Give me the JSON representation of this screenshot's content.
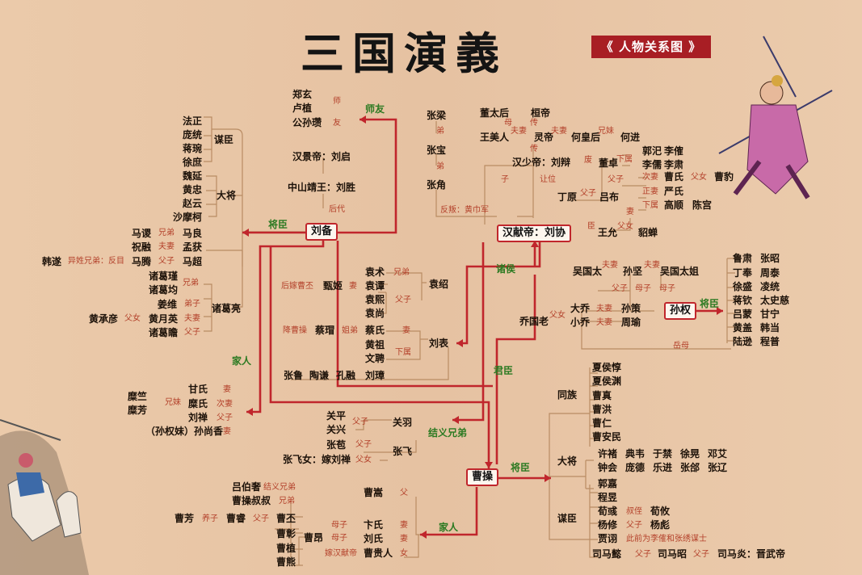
{
  "title": "三国演義",
  "badge": "人物关系图",
  "colors": {
    "accent": "#c0262c",
    "relation": "#b3402a",
    "group": "#2c7a22",
    "line": "#b98c63"
  },
  "boxes": {
    "liubei": "刘备",
    "xiandi": "汉献帝：刘协",
    "caocao": "曹操",
    "sunquan": "孙权"
  },
  "green": {
    "shiyou": "师友",
    "jiangchen_lb": "将臣",
    "jiaren_lb": "家人",
    "jieyi": "结义兄弟",
    "zhuhou": "诸侯",
    "junchen": "君臣",
    "jiangchen_sq": "将臣",
    "jiangchen_cc": "将臣",
    "jiaren_cc": "家人"
  },
  "teachers": {
    "zhengxuan": "郑玄",
    "luzhi": "卢植",
    "gongsunzan": "公孙瓒",
    "shi": "师",
    "you": "友"
  },
  "lineage": {
    "jingdi": "汉景帝：刘启",
    "zhongshan": "中山靖王：刘胜",
    "houdai": "后代"
  },
  "lb_groups": {
    "mouchen": "谋臣",
    "dajiang": "大将"
  },
  "lb_mouchen": {
    "a": "法正",
    "b": "庞统",
    "c": "蒋琬",
    "d": "徐庶"
  },
  "lb_dajiang": {
    "a": "魏延",
    "b": "黄忠",
    "c": "赵云",
    "d": "沙摩柯"
  },
  "lb_ma": {
    "madai": "马谡",
    "maliang": "马良",
    "xiongdi": "兄弟",
    "zhurong": "祝融",
    "fuqi": "夫妻",
    "menghuo": "孟获",
    "hansui": "韩遂",
    "yixing": "异姓兄弟：反目",
    "mateng": "马腾",
    "fuzi": "父子",
    "machao": "马超"
  },
  "zhuge": {
    "jin": "诸葛瑾",
    "jun": "诸葛均",
    "xiongdi": "兄弟",
    "jiangwei": "姜维",
    "dizi": "弟子",
    "liang": "诸葛亮",
    "huangcy": "黄承彦",
    "fun": "父女",
    "huangyy": "黄月英",
    "fuqi": "夫妻",
    "zhan": "诸葛瞻",
    "fuzi": "父子"
  },
  "lb_family": {
    "mizhu": "糜竺",
    "mifang": "糜芳",
    "xiongmei": "兄妹",
    "ganshi": "甘氏",
    "qi1": "妻",
    "mishi": "糜氏",
    "ciqi": "次妻",
    "liushan": "刘禅",
    "fuzi": "父子",
    "sqm": "（孙权妹）孙尚香",
    "qi2": "妻"
  },
  "jieyi": {
    "guanping": "关平",
    "guanxing": "关兴",
    "fuzi1": "父子",
    "guanyu": "关羽",
    "zhangbao": "张苞",
    "fuzi2": "父子",
    "zhangfei": "张飞",
    "zhangfeinv": "张飞女：嫁刘禅",
    "funv": "父女"
  },
  "yuan": {
    "yuanshu": "袁术",
    "xiongdi": "兄弟",
    "yuanshao": "袁绍",
    "hq": "后嫁曹丕",
    "zhenji": "甄姬",
    "qi": "妻",
    "yuantan": "袁谭",
    "yuanxi": "袁熙",
    "fuzi": "父子",
    "yuanshang": "袁尚"
  },
  "liubiao": {
    "jiang": "降曹操",
    "caimao": "蔡瑁",
    "jiedi": "姐弟",
    "caishi": "蔡氏",
    "qi": "妻",
    "liubiao": "刘表",
    "huangzu": "黄祖",
    "wenpin": "文聘",
    "xiashu": "下属"
  },
  "lords": {
    "zhanglu": "张鲁",
    "taoqian": "陶谦",
    "kongrong": "孔融",
    "liuzhang": "刘璋"
  },
  "jin": {
    "zhangliang": "张梁",
    "di1": "弟",
    "zhangbao": "张宝",
    "di2": "弟",
    "zhangjiao": "张角",
    "fanpan": "反叛：黄巾军"
  },
  "han": {
    "dongtaihou": "董太后",
    "huandi": "桓帝",
    "mu": "母",
    "chuan1": "传",
    "wangmeiren": "王美人",
    "fuqi1": "夫妻",
    "lingdi": "灵帝",
    "fuqi2": "夫妻",
    "hehuanghou": "何皇后",
    "xiongmei": "兄妹",
    "hejin": "何进",
    "chuan2": "传",
    "shaodi": "汉少帝：刘辩",
    "rangwei": "让位",
    "zi": "子",
    "fei": "废",
    "dongzhuo": "董卓",
    "xiashu1": "下属",
    "guosi": "郭汜",
    "lijue": "李傕",
    "lichu": "李儒",
    "lisu": "李肃",
    "fuzi": "父子",
    "dingyuan": "丁原",
    "fuzi2": "父子",
    "lvbu": "吕布",
    "ciqi": "次妻",
    "caoshi": "曹氏",
    "funv": "父女",
    "caobao": "曹豹",
    "zhengqi": "正妻",
    "yanshi": "严氏",
    "xiashu2": "下属",
    "gaoshun": "高顺",
    "chengong": "陈宫",
    "qi": "妻",
    "chen": "臣",
    "wangyun": "王允",
    "funv2": "父女",
    "diaochan": "貂蝉"
  },
  "wu": {
    "wuguotai": "吴国太",
    "fuqi1": "夫妻",
    "sunjian": "孙坚",
    "fuqi2": "夫妻",
    "wuguotaijie": "吴国太姐",
    "fuzi": "父子",
    "muzi1": "母子",
    "muzi2": "母子",
    "daqiao": "大乔",
    "fuqi3": "夫妻",
    "sunce": "孙策",
    "qiaoguolao": "乔国老",
    "funv": "父女",
    "xiaoqiao": "小乔",
    "fuqi4": "夫妻",
    "zhouyu": "周瑜",
    "yuemu": "岳母"
  },
  "wu_gen": {
    "r1a": "鲁肃",
    "r1b": "张昭",
    "r2a": "丁奉",
    "r2b": "周泰",
    "r3a": "徐盛",
    "r3b": "凌统",
    "r4a": "蒋钦",
    "r4b": "太史慈",
    "r5a": "吕蒙",
    "r5b": "甘宁",
    "r6a": "黄盖",
    "r6b": "韩当",
    "r7a": "陆逊",
    "r7b": "程普"
  },
  "cao_groups": {
    "tongzu": "同族",
    "dajiang": "大将",
    "mouchen": "谋臣"
  },
  "cao_tongzu": {
    "a": "夏侯惇",
    "b": "夏侯渊",
    "c": "曹真",
    "d": "曹洪",
    "e": "曹仁",
    "f": "曹安民"
  },
  "cao_dajiang": {
    "a1": "许褚",
    "a2": "典韦",
    "a3": "于禁",
    "a4": "徐晃",
    "a5": "邓艾",
    "b1": "钟会",
    "b2": "庞德",
    "b3": "乐进",
    "b4": "张郃",
    "b5": "张辽"
  },
  "cao_mouchen": {
    "guojia": "郭嘉",
    "chengyu": "程昱",
    "xunyu": "荀彧",
    "shuzhi": "叔侄",
    "xunyou": "荀攸",
    "yangxiu": "杨修",
    "fuzi": "父子",
    "yangbiao": "杨彪",
    "jiaxu": "贾诩",
    "jxnote": "此前为李傕和张绣谋士",
    "simayi": "司马懿",
    "fz1": "父子",
    "simazhao": "司马昭",
    "fz2": "父子",
    "simayan": "司马炎：晋武帝"
  },
  "cao_family": {
    "lvboshe": "吕伯奢",
    "jieyi": "结义兄弟",
    "caoshushu": "曹操叔叔",
    "xiongdi": "兄弟",
    "caosong": "曹嵩",
    "fu": "父",
    "caofang": "曹芳",
    "yangzi": "养子",
    "caorui": "曹睿",
    "fuzi": "父子",
    "caopi": "曹丕",
    "caozhang": "曹彰",
    "caozhi": "曹植",
    "caoxiong": "曹熊",
    "caoang": "曹昂",
    "muzi1": "母子",
    "muzi2": "母子",
    "bianshi": "卞氏",
    "qi1": "妻",
    "liushi": "刘氏",
    "qi2": "妻",
    "jiahan": "嫁汉献帝",
    "caoguiren": "曹贵人",
    "nv": "女"
  }
}
